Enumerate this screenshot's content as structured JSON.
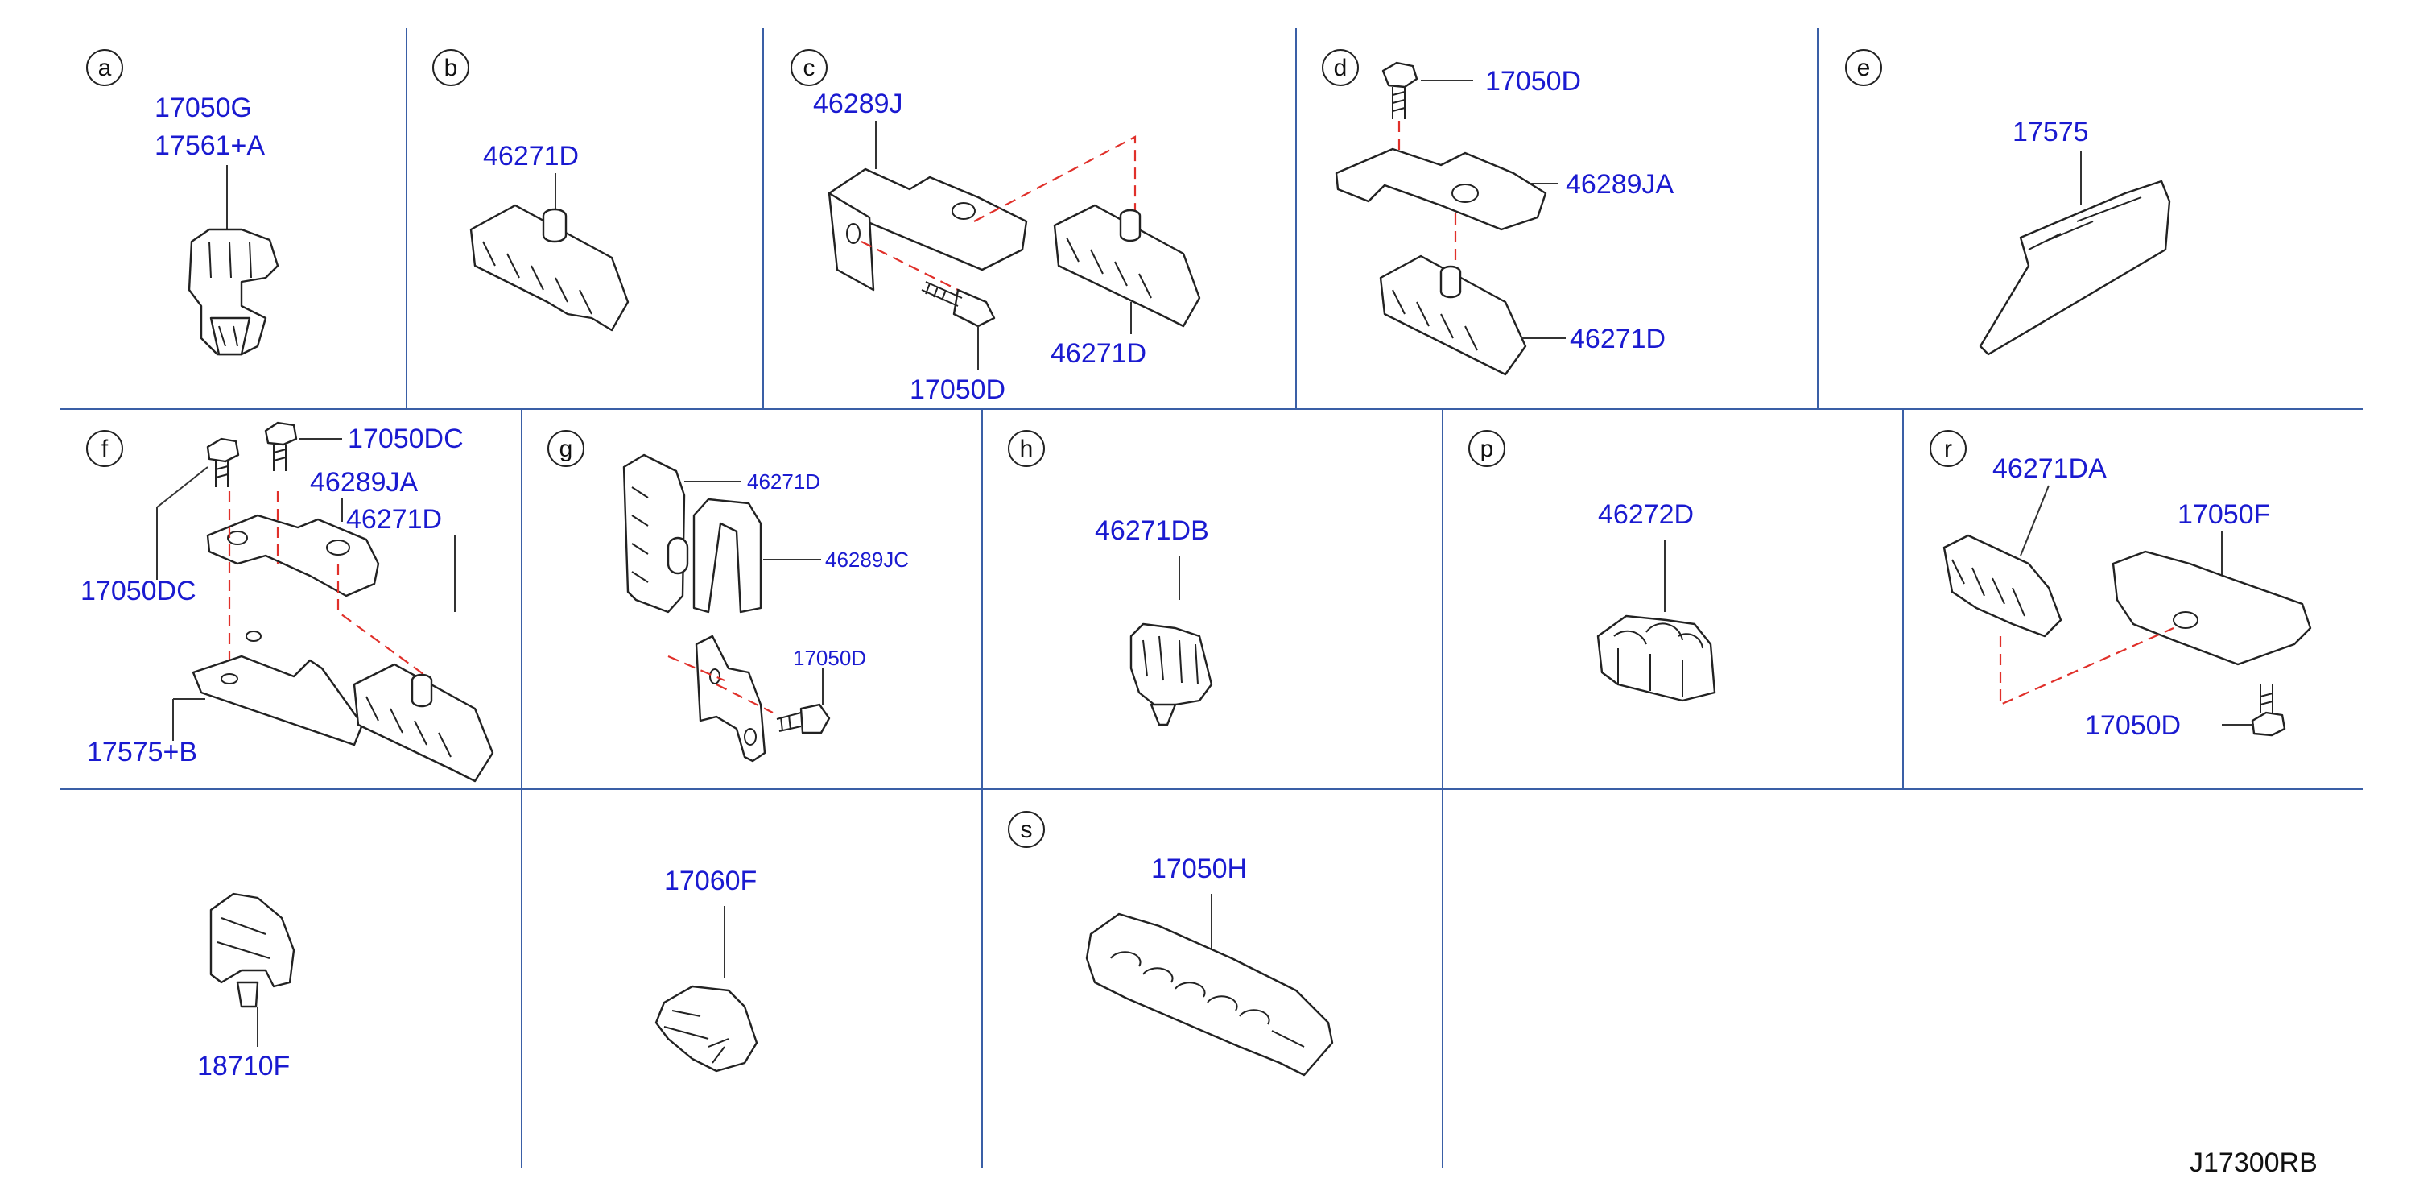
{
  "diagram": {
    "reference_code": "J17300RB",
    "colors": {
      "part_number": "#1a1ad0",
      "grid": "#3a5fa6",
      "guide_line": "#e0302a"
    },
    "panels": [
      {
        "letter": "a",
        "part_numbers": [
          "17050G",
          "17561+A"
        ]
      },
      {
        "letter": "b",
        "part_numbers": [
          "46271D"
        ]
      },
      {
        "letter": "c",
        "part_numbers": [
          "46289J",
          "46271D",
          "17050D"
        ]
      },
      {
        "letter": "d",
        "part_numbers": [
          "17050D",
          "46289JA",
          "46271D"
        ]
      },
      {
        "letter": "e",
        "part_numbers": [
          "17575"
        ]
      },
      {
        "letter": "f",
        "part_numbers": [
          "17050DC",
          "46289JA",
          "46271D",
          "17050DC",
          "17575+B"
        ]
      },
      {
        "letter": "g",
        "part_numbers": [
          "46271D",
          "46289JC",
          "17050D"
        ]
      },
      {
        "letter": "h",
        "part_numbers": [
          "46271DB"
        ]
      },
      {
        "letter": "p",
        "part_numbers": [
          "46272D"
        ]
      },
      {
        "letter": "r",
        "part_numbers": [
          "46271DA",
          "17050F",
          "17050D"
        ]
      },
      {
        "letter": "",
        "part_numbers": [
          "18710F"
        ]
      },
      {
        "letter": "",
        "part_numbers": [
          "17060F"
        ]
      },
      {
        "letter": "s",
        "part_numbers": [
          "17050H"
        ]
      }
    ]
  }
}
